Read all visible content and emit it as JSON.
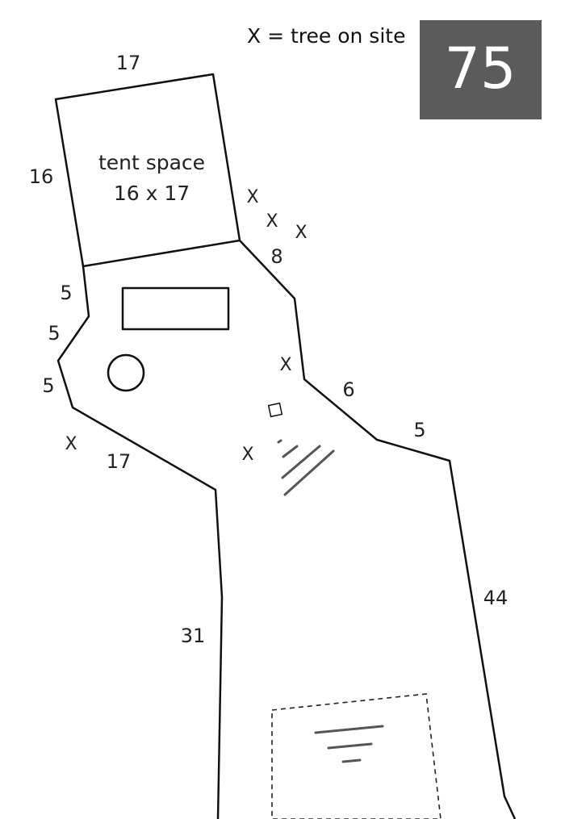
{
  "legend": {
    "text": "X = tree on site"
  },
  "site": {
    "number": "75",
    "badge_color": "#5b5b5b"
  },
  "tent": {
    "line1": "tent space",
    "line2": "16 x 17"
  },
  "dimensions": {
    "tent_top": "17",
    "tent_left": "16",
    "left_upper": "5",
    "left_middle": "5",
    "left_lower": "5",
    "left_diagonal": "17",
    "left_long": "31",
    "right_upper": "8",
    "right_middle": "6",
    "right_notch": "5",
    "right_long": "44"
  },
  "tree_marker": "X"
}
